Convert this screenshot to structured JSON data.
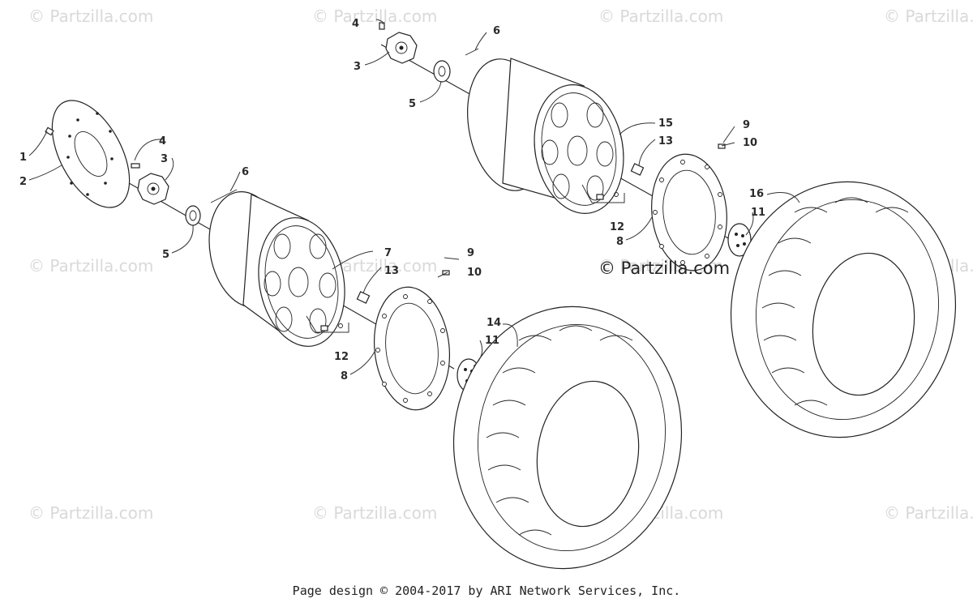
{
  "watermarks": [
    "© Partzilla.com",
    "© Partzilla.com",
    "© Partzilla.com",
    "© Partzilla.com",
    "© Partzilla.com",
    "© Partzilla.com",
    "© Partzilla.com",
    "© Partzilla.com",
    "© Partzilla.com",
    "© Partzilla.com",
    "© Partzilla.com",
    "© Partzilla.com"
  ],
  "main_watermark": "© Partzilla.com",
  "callouts": {
    "c1": "1",
    "c2": "2",
    "c3a": "3",
    "c3b": "3",
    "c4a": "4",
    "c4b": "4",
    "c5a": "5",
    "c5b": "5",
    "c6a": "6",
    "c6b": "6",
    "c7": "7",
    "c8a": "8",
    "c8b": "8",
    "c9a": "9",
    "c9b": "9",
    "c10a": "10",
    "c10b": "10",
    "c11a": "11",
    "c11b": "11",
    "c12a": "12",
    "c12b": "12",
    "c13a": "13",
    "c13b": "13",
    "c14": "14",
    "c15": "15",
    "c16": "16"
  },
  "footer": "Page design © 2004-2017 by ARI Network Services, Inc."
}
